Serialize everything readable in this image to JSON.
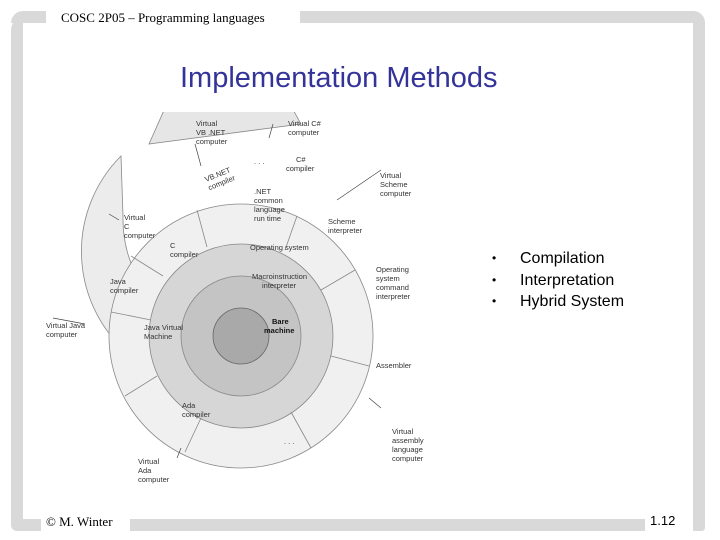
{
  "header": {
    "course": "COSC 2P05 – Programming languages"
  },
  "title": "Implementation Methods",
  "bullets": [
    "Compilation",
    "Interpretation",
    "Hybrid System"
  ],
  "footer": {
    "author": "© M. Winter",
    "page": "1.12"
  },
  "diagram": {
    "core": "Bare machine",
    "macro": "Macroinstruction interpreter",
    "os": "Operating system",
    "ring": {
      "dotnet_runtime": ".NET common language run time",
      "scheme_interp": "Scheme interpreter",
      "os_cmd": "Operating system command interpreter",
      "assembler": "Assembler",
      "ellipsis_bottom": ". . .",
      "ada_compiler": "Ada compiler",
      "jvm": "Java Virtual Machine",
      "java_compiler": "Java compiler",
      "c_compiler": "C compiler"
    },
    "top": {
      "vbnet_compiler": "VB.NET compiler",
      "ellipsis_top": ". . .",
      "csharp_compiler": "C# compiler"
    },
    "outer": {
      "virtual_vbnet": "Virtual VB .NET computer",
      "virtual_csharp": "Virtual C# computer",
      "virtual_scheme": "Virtual Scheme computer",
      "virtual_c": "Virtual C computer",
      "virtual_java": "Virtual Java computer",
      "virtual_assembly": "Virtual assembly language computer",
      "virtual_ada": "Virtual Ada computer"
    }
  }
}
